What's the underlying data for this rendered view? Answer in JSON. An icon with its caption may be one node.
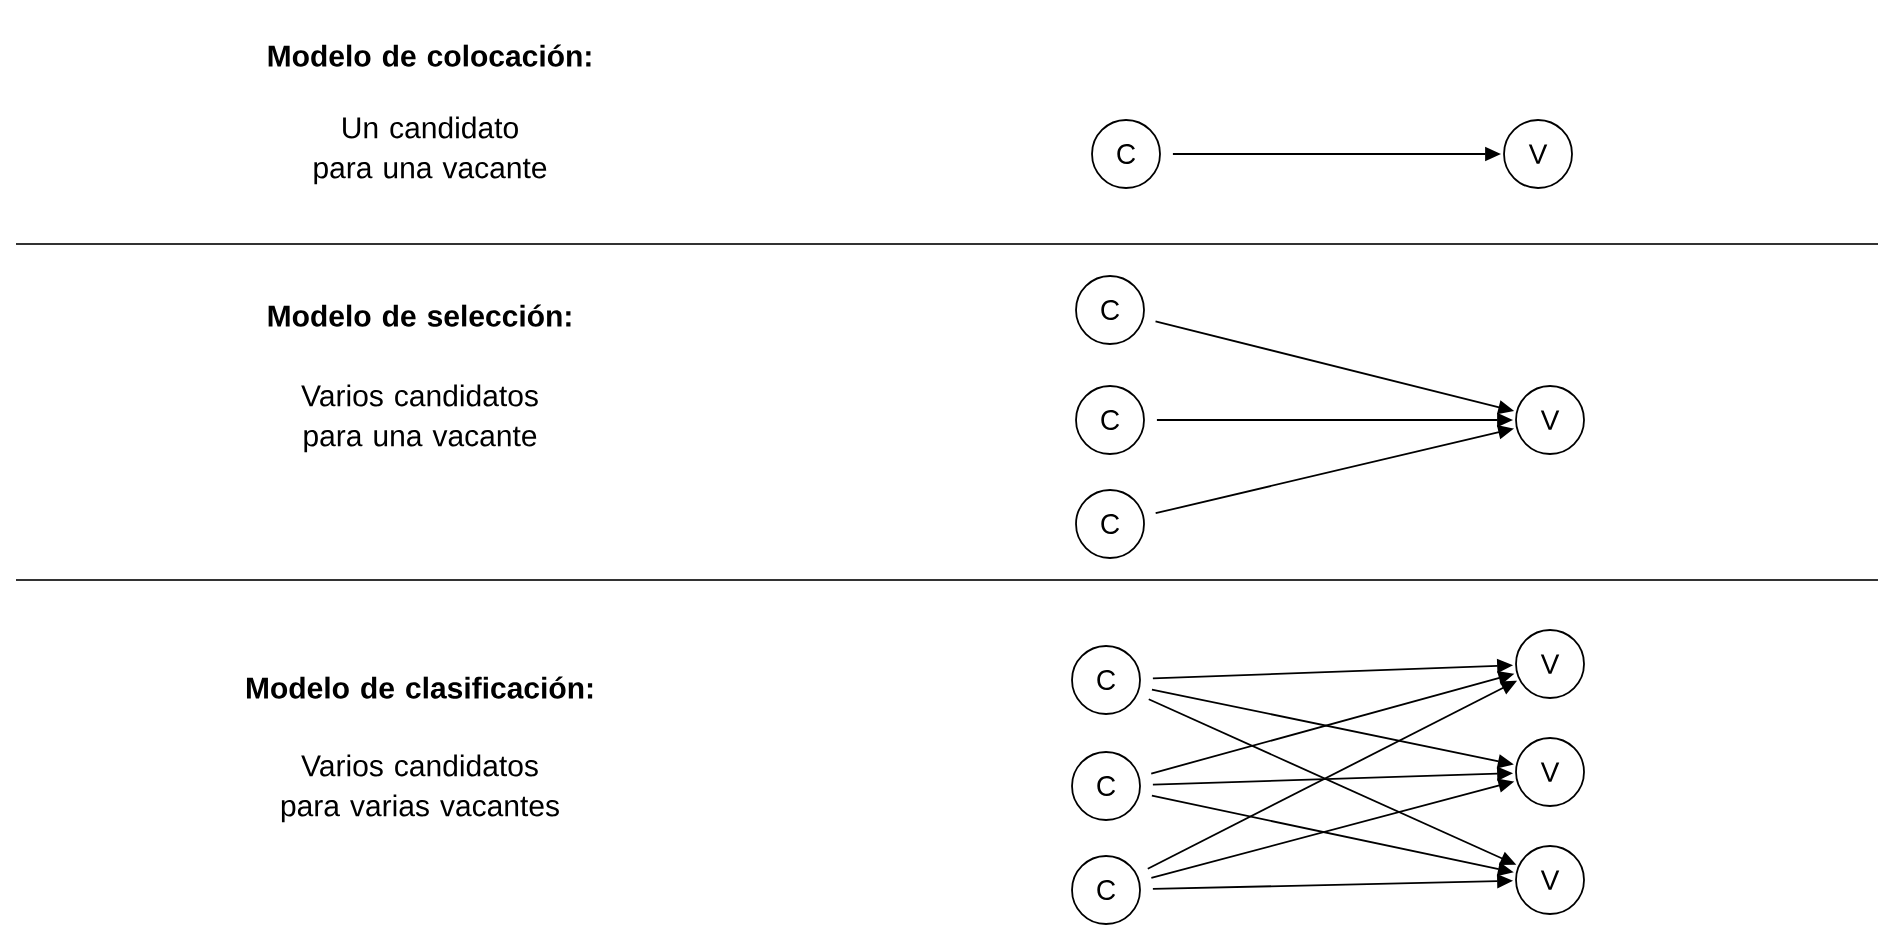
{
  "diagram": {
    "nodes": [
      {
        "text": [
          "C"
        ]
      },
      {
        "text": [
          "V"
        ]
      },
      {
        "text": [
          "C"
        ]
      },
      {
        "text": [
          "C"
        ]
      },
      {
        "text": [
          "C"
        ]
      },
      {
        "text": [
          "V"
        ]
      },
      {
        "text": [
          "C"
        ]
      },
      {
        "text": [
          "C"
        ]
      },
      {
        "text": [
          "C"
        ]
      },
      {
        "text": [
          "V"
        ]
      },
      {
        "text": [
          "V"
        ]
      },
      {
        "text": [
          "V"
        ]
      }
    ],
    "edges": [
      {
        "from": 0,
        "to": 1,
        "arrow": "to"
      },
      {
        "from": 2,
        "to": 5,
        "arrow": "to"
      },
      {
        "from": 3,
        "to": 5,
        "arrow": "to"
      },
      {
        "from": 4,
        "to": 5,
        "arrow": "to"
      },
      {
        "from": 6,
        "to": 9,
        "arrow": "to"
      },
      {
        "from": 6,
        "to": 10,
        "arrow": "to"
      },
      {
        "from": 6,
        "to": 11,
        "arrow": "to"
      },
      {
        "from": 7,
        "to": 9,
        "arrow": "to"
      },
      {
        "from": 7,
        "to": 10,
        "arrow": "to"
      },
      {
        "from": 7,
        "to": 11,
        "arrow": "to"
      },
      {
        "from": 8,
        "to": 9,
        "arrow": "to"
      },
      {
        "from": 8,
        "to": 10,
        "arrow": "to"
      },
      {
        "from": 8,
        "to": 11,
        "arrow": "to"
      }
    ],
    "labels": [
      "Modelo de colocación:",
      "Un candidato para una vacante",
      "Modelo de selección:",
      "Varios candidatos para una vacante",
      "Modelo de clasificación:",
      "Varios candidatos para varias vacantes"
    ]
  }
}
